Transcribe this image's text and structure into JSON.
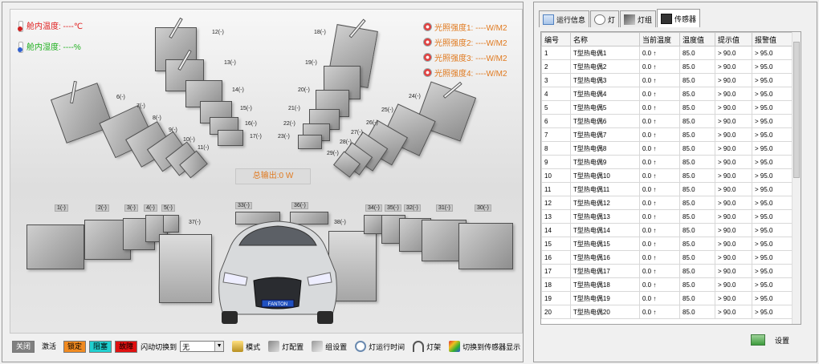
{
  "scene": {
    "cabin_temp": "舱内温度: ----℃",
    "cabin_humidity": "舱内湿度: ----%",
    "light_intensity": [
      "光照强度1: ----W/M2",
      "光照强度2: ----W/M2",
      "光照强度3: ----W/M2",
      "光照强度4: ----W/M2"
    ],
    "total_output": "总输出:0 W",
    "car_plate": "FANTON",
    "lamp_labels": [
      "1(-)",
      "2(-)",
      "3(-)",
      "4(-)",
      "5(-)",
      "6(-)",
      "7(-)",
      "8(-)",
      "9(-)",
      "10(-)",
      "11(-)",
      "12(-)",
      "13(-)",
      "14(-)",
      "15(-)",
      "16(-)",
      "17(-)",
      "18(-)",
      "19(-)",
      "20(-)",
      "21(-)",
      "22(-)",
      "23(-)",
      "24(-)",
      "25(-)",
      "26(-)",
      "27(-)",
      "28(-)",
      "29(-)",
      "30(-)",
      "31(-)",
      "32(-)",
      "33(-)",
      "34(-)",
      "35(-)",
      "36(-)",
      "37(-)",
      "38(-)"
    ]
  },
  "toolbar": {
    "states": [
      {
        "label": "关闭",
        "color": "#808080"
      },
      {
        "label": "激活",
        "color": "#f0f0f0"
      },
      {
        "label": "锁定",
        "color": "#f08a20"
      },
      {
        "label": "阻塞",
        "color": "#20d0d0"
      },
      {
        "label": "故障",
        "color": "#e01010"
      }
    ],
    "flash_label": "闪动切换到",
    "flash_value": "无",
    "buttons": [
      {
        "label": "模式",
        "icon": "mode-icon"
      },
      {
        "label": "灯配置",
        "icon": "lamp-config-icon"
      },
      {
        "label": "组设置",
        "icon": "group-settings-icon"
      },
      {
        "label": "灯运行时间",
        "icon": "clock-icon"
      },
      {
        "label": "灯架",
        "icon": "lamp-rack-icon"
      },
      {
        "label": "切换到传感器显示",
        "icon": "switch-sensor-icon"
      }
    ]
  },
  "tabs": [
    "运行信息",
    "灯",
    "灯组",
    "传感器"
  ],
  "table": {
    "headers": [
      "编号",
      "名称",
      "当前温度",
      "温度值",
      "提示值",
      "报警值"
    ],
    "rows": [
      [
        "1",
        "T型热电偶1",
        "0.0",
        "85.0",
        "> 90.0",
        "> 95.0"
      ],
      [
        "2",
        "T型热电偶2",
        "0.0",
        "85.0",
        "> 90.0",
        "> 95.0"
      ],
      [
        "3",
        "T型热电偶3",
        "0.0",
        "85.0",
        "> 90.0",
        "> 95.0"
      ],
      [
        "4",
        "T型热电偶4",
        "0.0",
        "85.0",
        "> 90.0",
        "> 95.0"
      ],
      [
        "5",
        "T型热电偶5",
        "0.0",
        "85.0",
        "> 90.0",
        "> 95.0"
      ],
      [
        "6",
        "T型热电偶6",
        "0.0",
        "85.0",
        "> 90.0",
        "> 95.0"
      ],
      [
        "7",
        "T型热电偶7",
        "0.0",
        "85.0",
        "> 90.0",
        "> 95.0"
      ],
      [
        "8",
        "T型热电偶8",
        "0.0",
        "85.0",
        "> 90.0",
        "> 95.0"
      ],
      [
        "9",
        "T型热电偶9",
        "0.0",
        "85.0",
        "> 90.0",
        "> 95.0"
      ],
      [
        "10",
        "T型热电偶10",
        "0.0",
        "85.0",
        "> 90.0",
        "> 95.0"
      ],
      [
        "11",
        "T型热电偶11",
        "0.0",
        "85.0",
        "> 90.0",
        "> 95.0"
      ],
      [
        "12",
        "T型热电偶12",
        "0.0",
        "85.0",
        "> 90.0",
        "> 95.0"
      ],
      [
        "13",
        "T型热电偶13",
        "0.0",
        "85.0",
        "> 90.0",
        "> 95.0"
      ],
      [
        "14",
        "T型热电偶14",
        "0.0",
        "85.0",
        "> 90.0",
        "> 95.0"
      ],
      [
        "15",
        "T型热电偶15",
        "0.0",
        "85.0",
        "> 90.0",
        "> 95.0"
      ],
      [
        "16",
        "T型热电偶16",
        "0.0",
        "85.0",
        "> 90.0",
        "> 95.0"
      ],
      [
        "17",
        "T型热电偶17",
        "0.0",
        "85.0",
        "> 90.0",
        "> 95.0"
      ],
      [
        "18",
        "T型热电偶18",
        "0.0",
        "85.0",
        "> 90.0",
        "> 95.0"
      ],
      [
        "19",
        "T型热电偶19",
        "0.0",
        "85.0",
        "> 90.0",
        "> 95.0"
      ],
      [
        "20",
        "T型热电偶20",
        "0.0",
        "85.0",
        "> 90.0",
        "> 95.0"
      ]
    ]
  },
  "settings_label": "设置",
  "colors": {
    "warning_red": "#e02020",
    "humidity_green": "#20b020",
    "light_orange": "#e07a20"
  }
}
